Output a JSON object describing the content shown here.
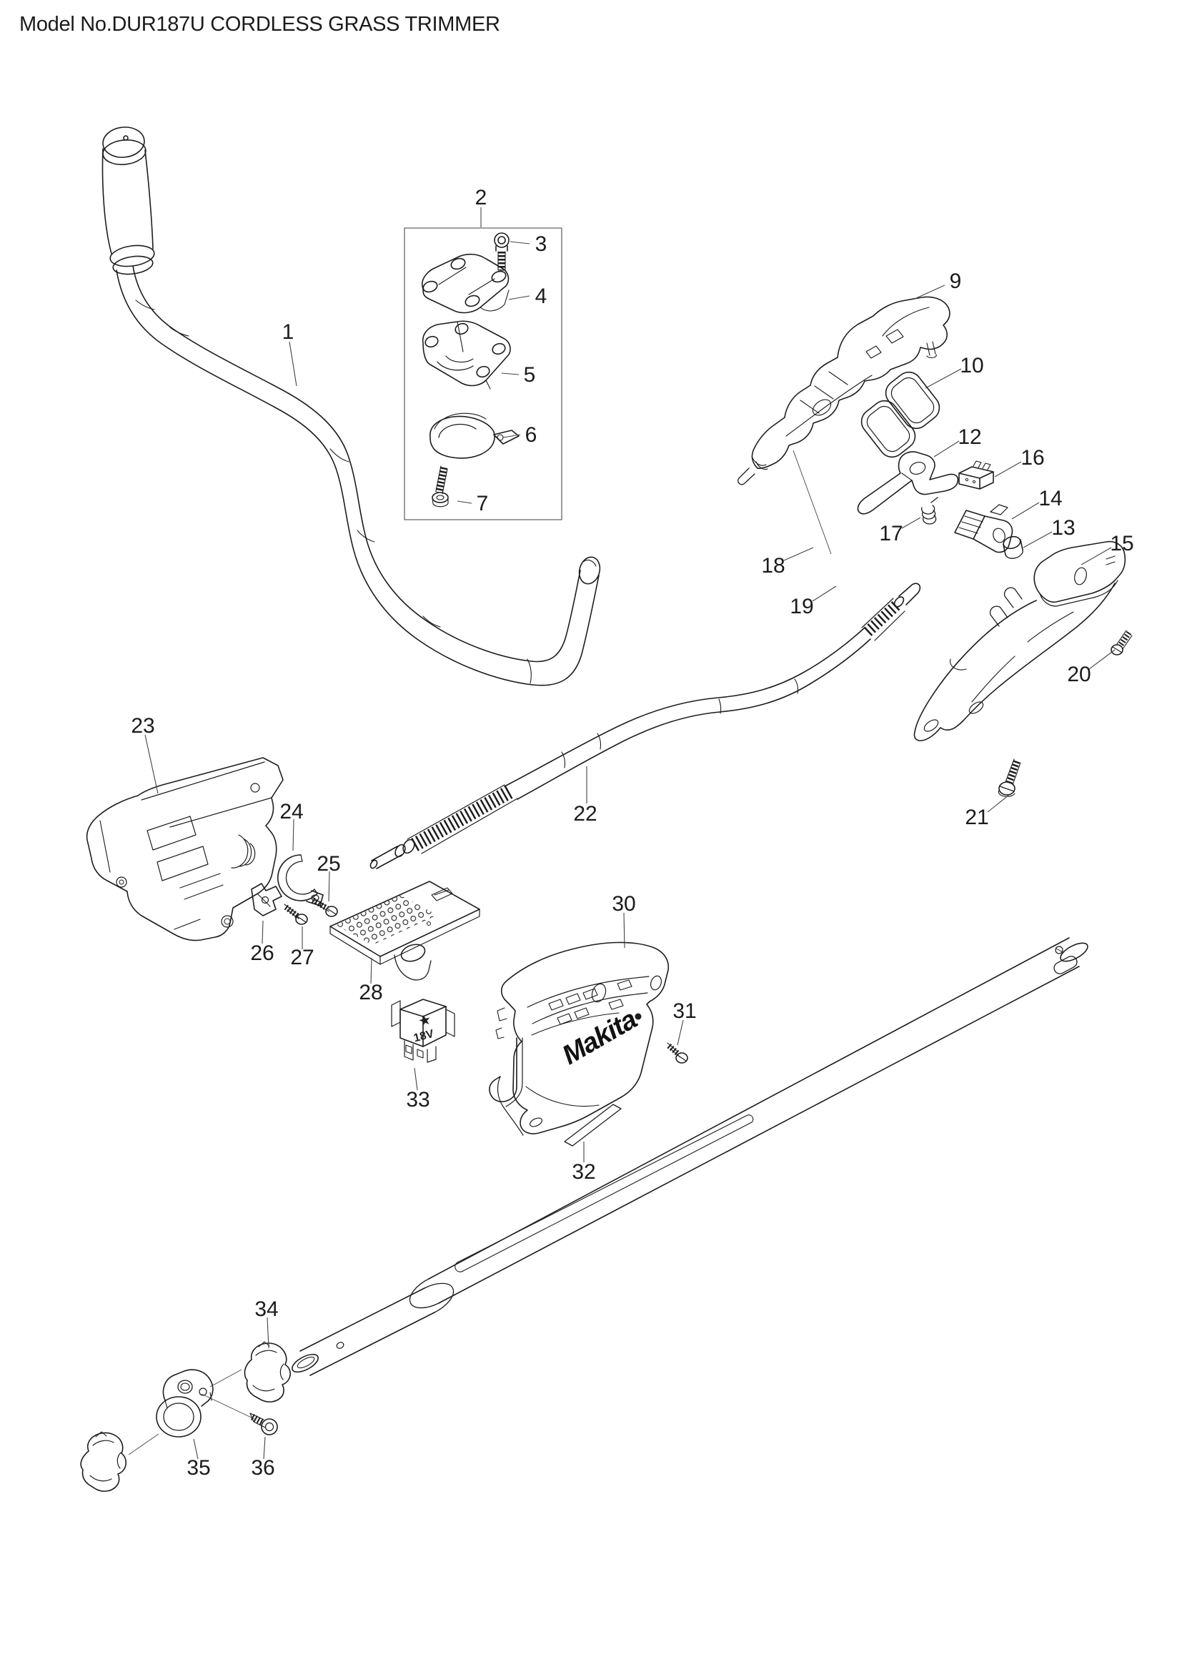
{
  "title": "Model No.DUR187U CORDLESS GRASS TRIMMER",
  "diagram_type": "exploded-parts-diagram",
  "colors": {
    "background": "#ffffff",
    "line": "#1d1d1d",
    "label": "#1b1b1b",
    "box_border": "#666666"
  },
  "branding": {
    "logo_text": "Makita",
    "terminal_star": "★",
    "terminal_voltage": "18V"
  },
  "callouts": [
    {
      "number": "1"
    },
    {
      "number": "2"
    },
    {
      "number": "3"
    },
    {
      "number": "4"
    },
    {
      "number": "5"
    },
    {
      "number": "6"
    },
    {
      "number": "7"
    },
    {
      "number": "9"
    },
    {
      "number": "10"
    },
    {
      "number": "12"
    },
    {
      "number": "13"
    },
    {
      "number": "14"
    },
    {
      "number": "15"
    },
    {
      "number": "16"
    },
    {
      "number": "17"
    },
    {
      "number": "18"
    },
    {
      "number": "19"
    },
    {
      "number": "20"
    },
    {
      "number": "21"
    },
    {
      "number": "22"
    },
    {
      "number": "23"
    },
    {
      "number": "24"
    },
    {
      "number": "25"
    },
    {
      "number": "26"
    },
    {
      "number": "27"
    },
    {
      "number": "28"
    },
    {
      "number": "30"
    },
    {
      "number": "31"
    },
    {
      "number": "32"
    },
    {
      "number": "33"
    },
    {
      "number": "34"
    },
    {
      "number": "35"
    },
    {
      "number": "36"
    }
  ]
}
